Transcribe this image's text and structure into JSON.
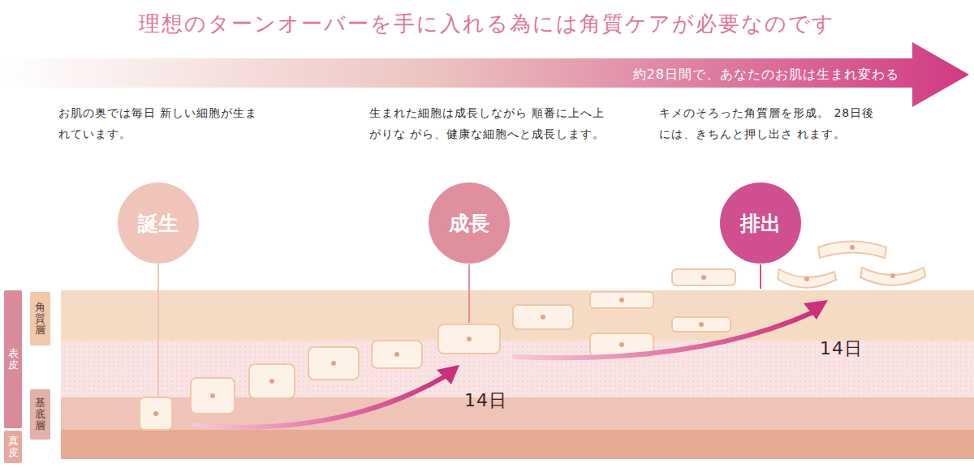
{
  "diagram": {
    "title": "理想のターンオーバーを手に入れる為には角質ケアが必要なのです",
    "nodes": [
      {
        "text": [
          "約28日間で、あなたのお肌は生まれ変わる"
        ]
      },
      {
        "text": [
          "誕生"
        ]
      },
      {
        "text": [
          "成長"
        ]
      },
      {
        "text": [
          "排出"
        ]
      },
      {
        "text": [
          "表皮"
        ]
      },
      {
        "text": [
          "角質層"
        ]
      },
      {
        "text": [
          "基底層"
        ]
      },
      {
        "text": [
          "真皮"
        ]
      }
    ],
    "labels": [
      "お肌の奥では毎日 新しい細胞が生まれています。",
      "生まれた細胞は成長しながら 順番に上へ上がりな がら、健康な細胞へと成長します。",
      "キメのそろった角質層を形成。 28日後には、きちんと押し出さ れます。",
      "14日",
      "14日"
    ]
  }
}
